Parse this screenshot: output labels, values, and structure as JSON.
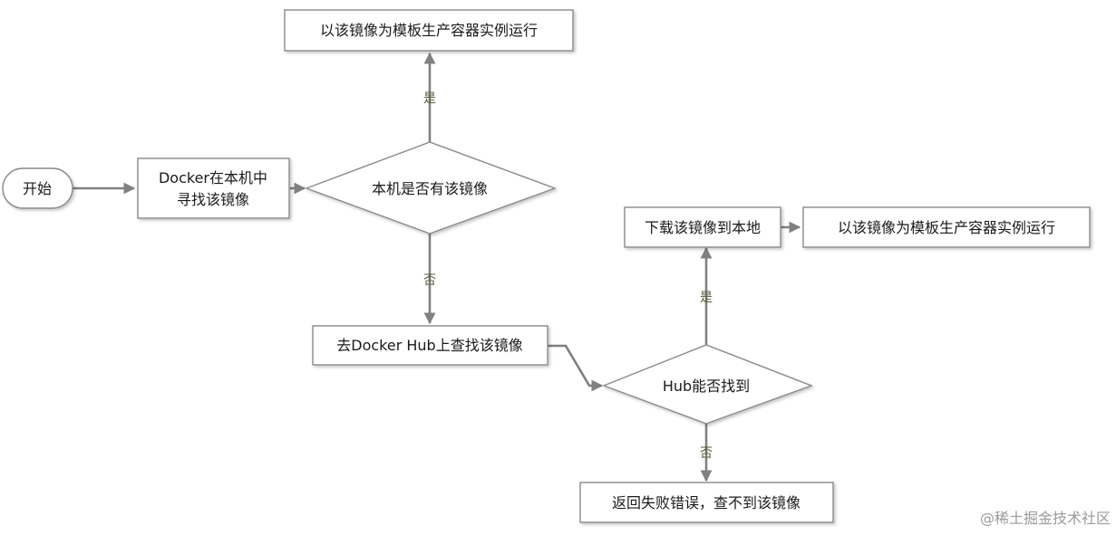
{
  "nodes": {
    "start": "开始",
    "search_local_line1": "Docker在本机中",
    "search_local_line2": "寻找该镜像",
    "decision_local": "本机是否有该镜像",
    "run_local": "以该镜像为模板生产容器实例运行",
    "search_hub": "去Docker Hub上查找该镜像",
    "decision_hub": "Hub能否找到",
    "download": "下载该镜像到本地",
    "run_downloaded": "以该镜像为模板生产容器实例运行",
    "error": "返回失败错误，查不到该镜像"
  },
  "edges": {
    "local_yes": "是",
    "local_no": "否",
    "hub_yes": "是",
    "hub_no": "否"
  },
  "watermark": "@稀土掘金技术社区",
  "colors": {
    "line": "#808080",
    "border": "#8a8a8a",
    "edge_label": "#5b5b3c",
    "watermark": "#9a9a9a"
  }
}
